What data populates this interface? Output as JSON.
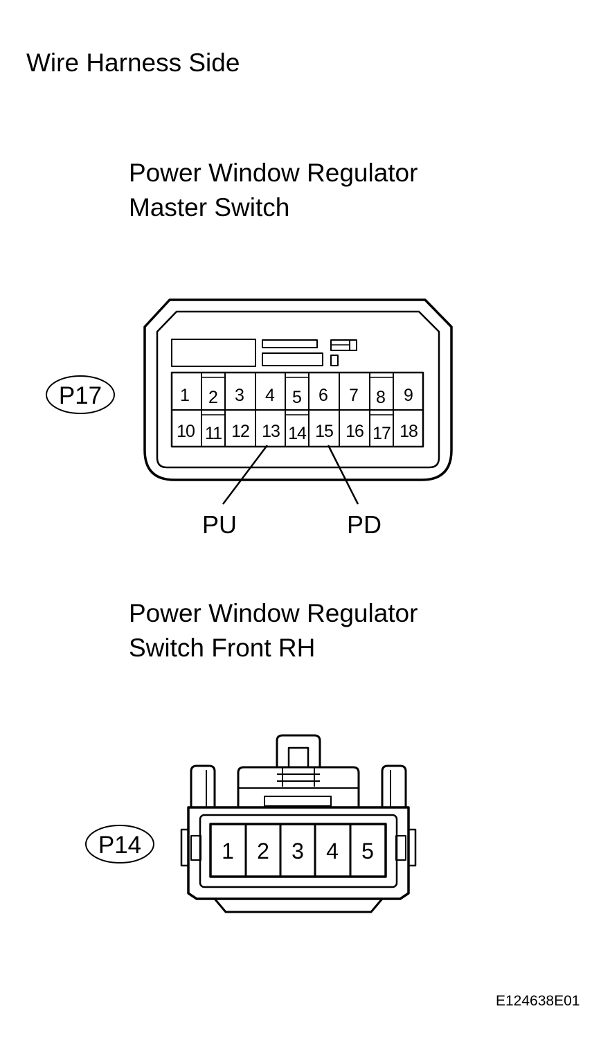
{
  "page_title": "Wire Harness Side",
  "master_switch": {
    "title_line1": "Power Window Regulator",
    "title_line2": "Master Switch",
    "connector_id": "P17",
    "terminals_top": [
      "1",
      "2",
      "3",
      "4",
      "5",
      "6",
      "7",
      "8",
      "9"
    ],
    "terminals_bottom": [
      "10",
      "11",
      "12",
      "13",
      "14",
      "15",
      "16",
      "17",
      "18"
    ],
    "callouts": [
      {
        "terminal": "13",
        "label": "PU"
      },
      {
        "terminal": "15",
        "label": "PD"
      }
    ]
  },
  "front_rh_switch": {
    "title_line1": "Power Window Regulator",
    "title_line2": "Switch Front RH",
    "connector_id": "P14",
    "terminals": [
      "1",
      "2",
      "3",
      "4",
      "5"
    ]
  },
  "figure_code": "E124638E01"
}
